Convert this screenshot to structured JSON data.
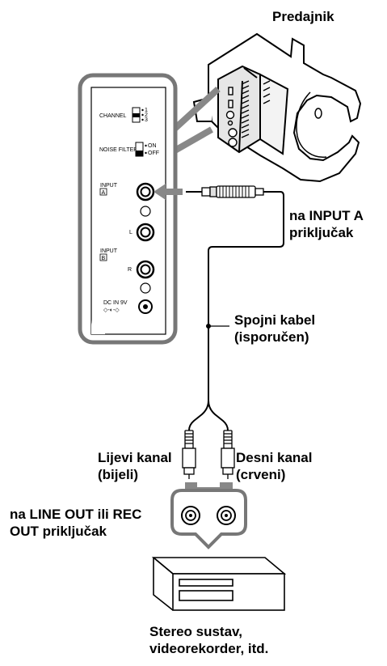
{
  "labels": {
    "transmitter": "Predajnik",
    "input_a_line1": "na INPUT A",
    "input_a_line2": "priključak",
    "cable_line1": "Spojni kabel",
    "cable_line2": "(isporučen)",
    "left_line1": "Lijevi kanal",
    "left_line2": "(bijeli)",
    "right_line1": "Desni kanal",
    "right_line2": "(crveni)",
    "out_line1": "na LINE OUT ili REC",
    "out_line2": "OUT priključak",
    "device_line1": "Stereo sustav,",
    "device_line2": "videorekorder, itd."
  },
  "panel": {
    "channel": "CHANNEL",
    "ch1": "1",
    "ch2": "2",
    "ch3": "3",
    "noise_filter": "NOISE FILTER",
    "on": "ON",
    "off": "OFF",
    "input": "INPUT",
    "input_a_letter": "A",
    "input_b": "INPUT",
    "input_b_letter": "B",
    "l": "L",
    "r": "R",
    "dc_in": "DC IN 9V",
    "polarity": "◇-◐-◇"
  }
}
